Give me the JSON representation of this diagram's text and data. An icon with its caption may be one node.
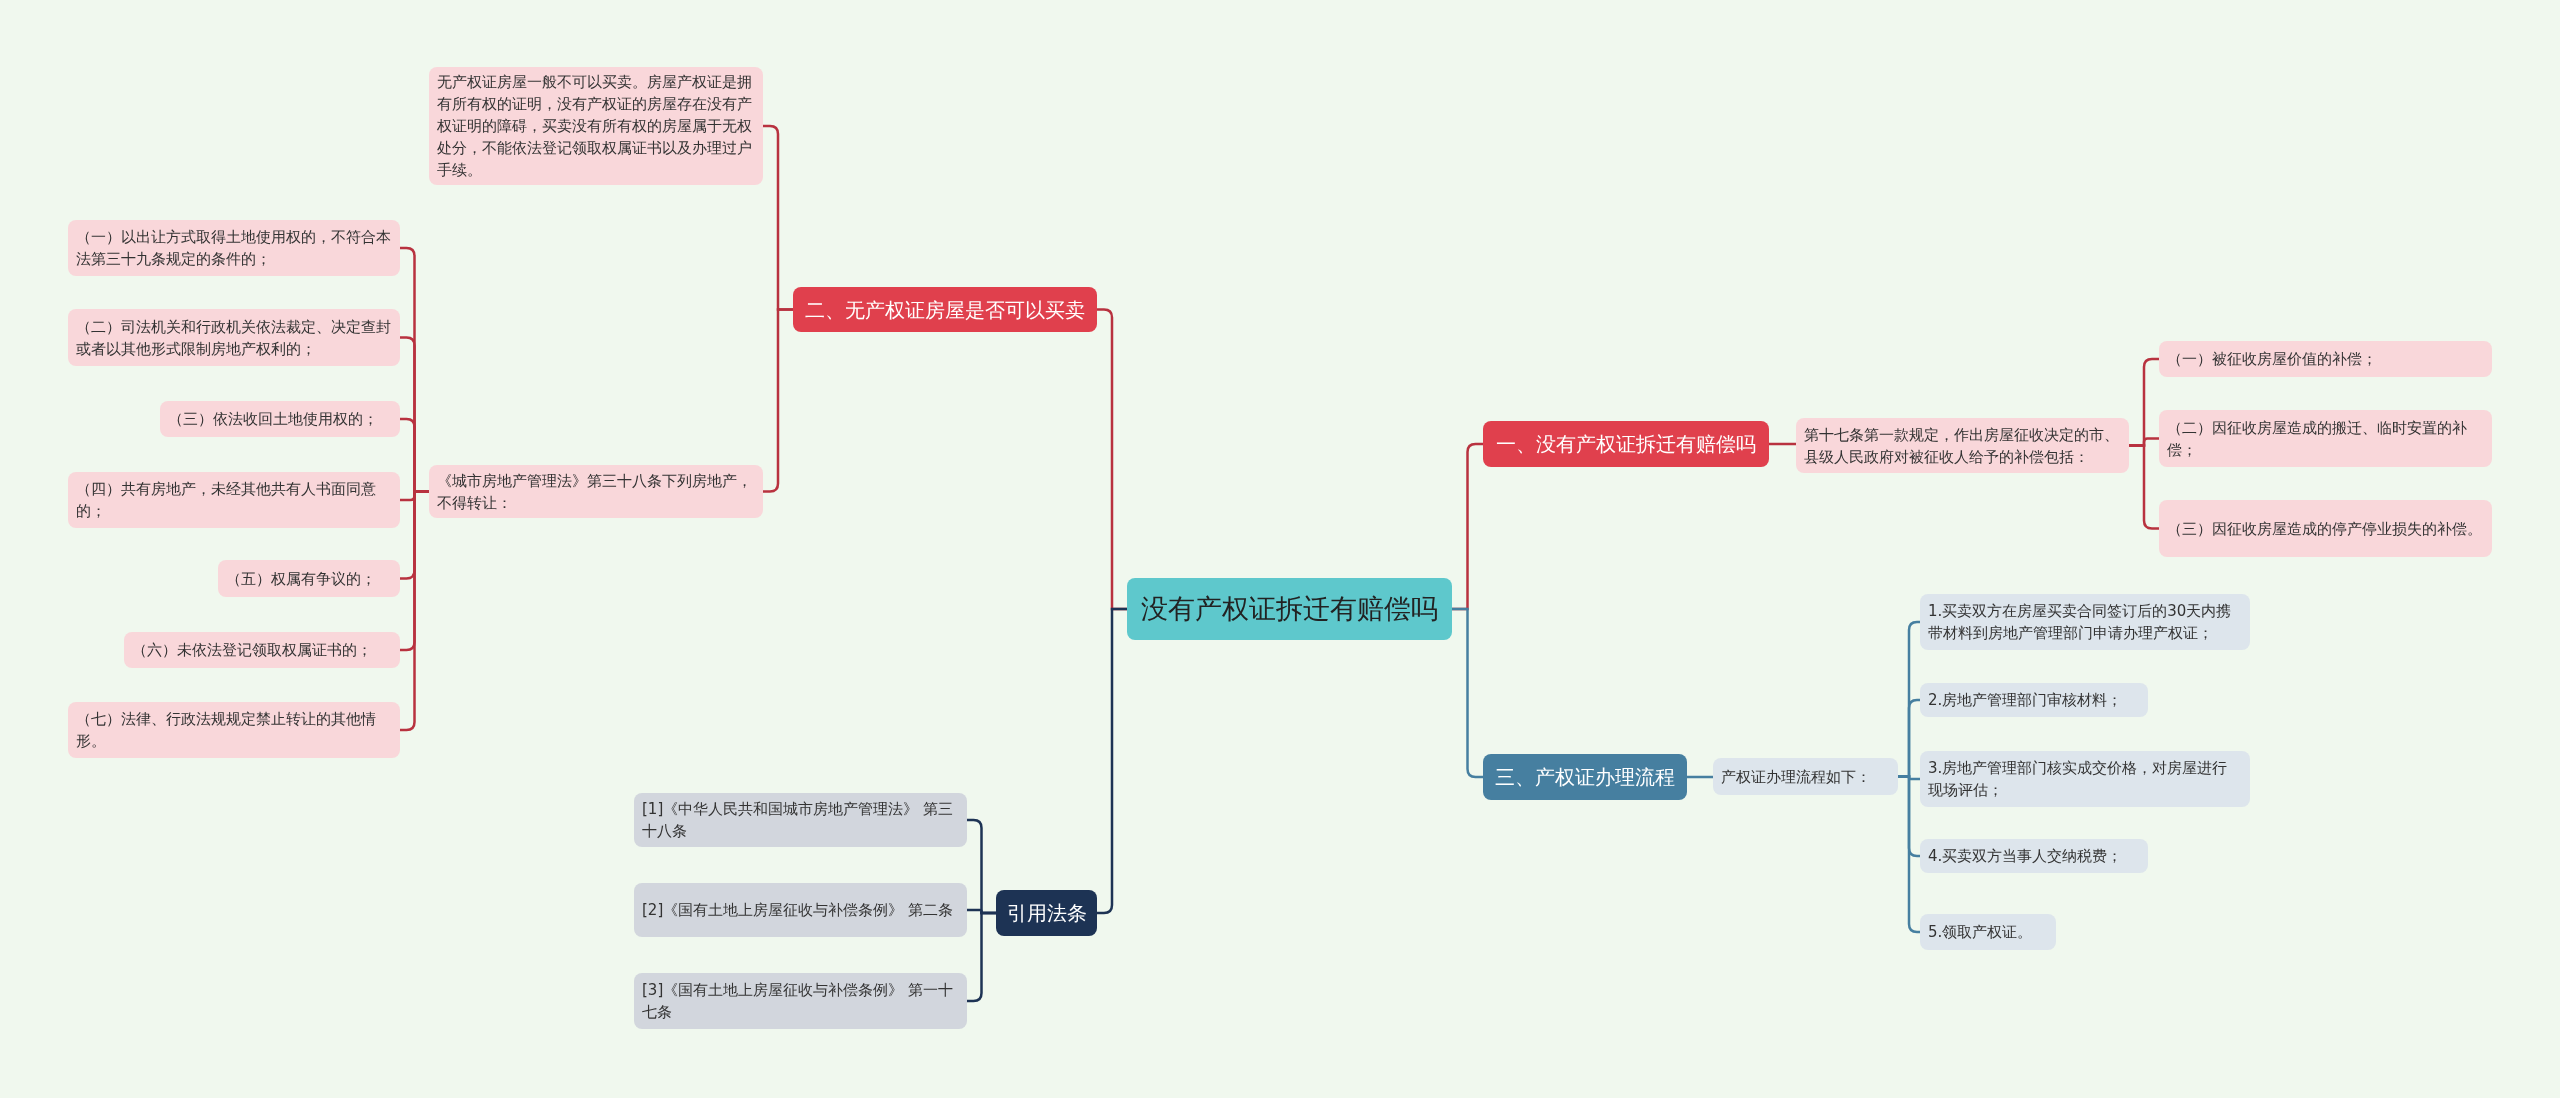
{
  "diagram": {
    "nodes": [
      {
        "text": [
          "没有产权证拆迁有赔偿吗"
        ]
      },
      {
        "text": [
          "二、无产权证房屋是否可以买卖"
        ]
      },
      {
        "text": [
          "无产权证房屋一般不可以买卖。房屋产权证是拥有所有权的证明，没有产权证的房屋存在没有产权证明的障碍，买卖没有所有权的房屋属于无权处分，不能依法登记领取权属证书以及办理过户手续。"
        ]
      },
      {
        "text": [
          "《城市房地产管理法》第三十八条下列房地产，不得转让："
        ]
      },
      {
        "text": [
          "（一）以出让方式取得土地使用权的，不符合本法第三十九条规定的条件的；"
        ]
      },
      {
        "text": [
          "（二）司法机关和行政机关依法裁定、决定查封或者以其他形式限制房地产权利的；"
        ]
      },
      {
        "text": [
          "（三）依法收回土地使用权的；"
        ]
      },
      {
        "text": [
          "（四）共有房地产，未经其他共有人书面同意的；"
        ]
      },
      {
        "text": [
          "（五）权属有争议的；"
        ]
      },
      {
        "text": [
          "（六）未依法登记领取权属证书的；"
        ]
      },
      {
        "text": [
          "（七）法律、行政法规规定禁止转让的其他情形。"
        ]
      },
      {
        "text": [
          "一、没有产权证拆迁有赔偿吗"
        ]
      },
      {
        "text": [
          "第十七条第一款规定，作出房屋征收决定的市、县级人民政府对被征收人给予的补偿包括："
        ]
      },
      {
        "text": [
          "（一）被征收房屋价值的补偿；"
        ]
      },
      {
        "text": [
          "（二）因征收房屋造成的搬迁、临时安置的补偿；"
        ]
      },
      {
        "text": [
          "（三）因征收房屋造成的停产停业损失的补偿。"
        ]
      },
      {
        "text": [
          "三、产权证办理流程"
        ]
      },
      {
        "text": [
          "产权证办理流程如下："
        ]
      },
      {
        "text": [
          "1.买卖双方在房屋买卖合同签订后的30天内携带材料到房地产管理部门申请办理产权证；"
        ]
      },
      {
        "text": [
          "2.房地产管理部门审核材料；"
        ]
      },
      {
        "text": [
          "3.房地产管理部门核实成交价格，对房屋进行现场评估；"
        ]
      },
      {
        "text": [
          "4.买卖双方当事人交纳税费；"
        ]
      },
      {
        "text": [
          "5.领取产权证。"
        ]
      },
      {
        "text": [
          "引用法条"
        ]
      },
      {
        "text": [
          "[1]《中华人民共和国城市房地产管理法》 第三十八条"
        ]
      },
      {
        "text": [
          "[2]《国有土地上房屋征收与补偿条例》 第二条"
        ]
      },
      {
        "text": [
          "[3]《国有土地上房屋征收与补偿条例》 第一十七条"
        ]
      }
    ],
    "edges": [
      {
        "from": 0,
        "to": 1,
        "arrow": "none"
      },
      {
        "from": 1,
        "to": 2,
        "arrow": "none"
      },
      {
        "from": 1,
        "to": 3,
        "arrow": "none"
      },
      {
        "from": 3,
        "to": 4,
        "arrow": "none"
      },
      {
        "from": 3,
        "to": 5,
        "arrow": "none"
      },
      {
        "from": 3,
        "to": 6,
        "arrow": "none"
      },
      {
        "from": 3,
        "to": 7,
        "arrow": "none"
      },
      {
        "from": 3,
        "to": 8,
        "arrow": "none"
      },
      {
        "from": 3,
        "to": 9,
        "arrow": "none"
      },
      {
        "from": 3,
        "to": 10,
        "arrow": "none"
      },
      {
        "from": 0,
        "to": 11,
        "arrow": "none"
      },
      {
        "from": 11,
        "to": 12,
        "arrow": "none"
      },
      {
        "from": 12,
        "to": 13,
        "arrow": "none"
      },
      {
        "from": 12,
        "to": 14,
        "arrow": "none"
      },
      {
        "from": 12,
        "to": 15,
        "arrow": "none"
      },
      {
        "from": 0,
        "to": 16,
        "arrow": "none",
        "color": "#467fa0"
      },
      {
        "from": 16,
        "to": 17,
        "arrow": "none",
        "color": "#467fa0"
      },
      {
        "from": 17,
        "to": 18,
        "arrow": "none",
        "color": "#467fa0"
      },
      {
        "from": 17,
        "to": 19,
        "arrow": "none",
        "color": "#467fa0"
      },
      {
        "from": 17,
        "to": 20,
        "arrow": "none",
        "color": "#467fa0"
      },
      {
        "from": 17,
        "to": 21,
        "arrow": "none",
        "color": "#467fa0"
      },
      {
        "from": 17,
        "to": 22,
        "arrow": "none",
        "color": "#467fa0"
      },
      {
        "from": 0,
        "to": 23,
        "arrow": "none",
        "color": "#1d3354"
      },
      {
        "from": 23,
        "to": 24,
        "arrow": "none",
        "color": "#1d3354"
      },
      {
        "from": 23,
        "to": 25,
        "arrow": "none",
        "color": "#1d3354"
      },
      {
        "from": 23,
        "to": 26,
        "arrow": "none",
        "color": "#1d3354"
      }
    ]
  }
}
